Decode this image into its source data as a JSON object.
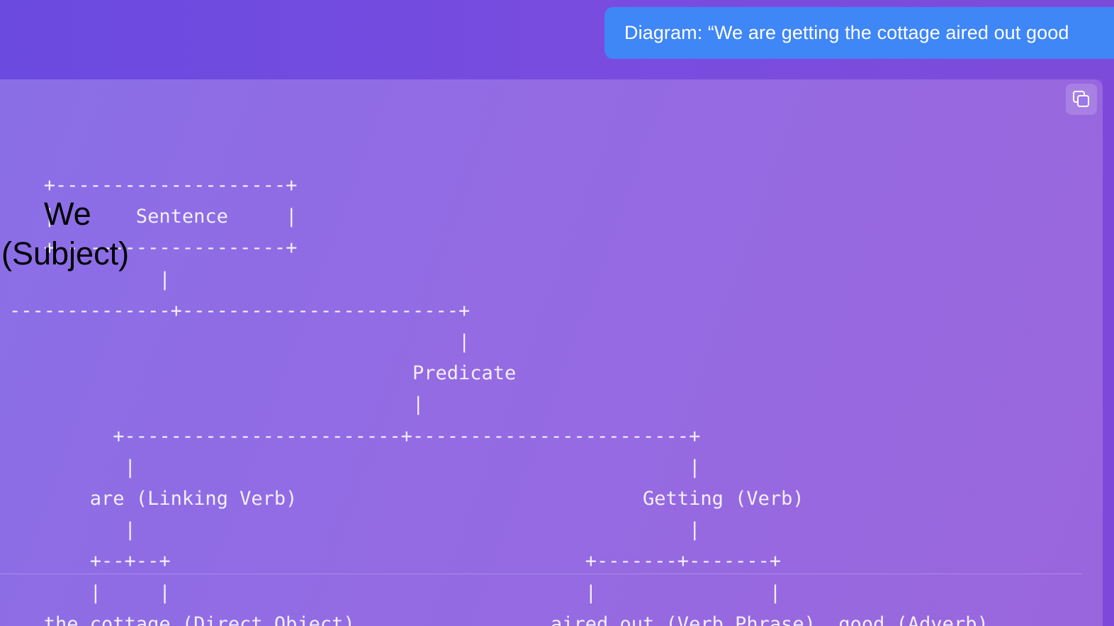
{
  "chat_bubble": {
    "text": "Diagram: “We are getting the cottage aired out good"
  },
  "code_block": {
    "copy_icon": "copy-icon",
    "lines": [
      "   +--------------------+",
      "   |       Sentence     |",
      "   +--------------------+",
      "             |",
      "--------------+------------------------+",
      "                                       |",
      "                                   Predicate",
      "                                   |",
      "         +------------------------+------------------------+",
      "          |                                                |",
      "       are (Linking Verb)                              Getting (Verb)",
      "          |                                                |",
      "       +--+--+                                    +-------+-------+",
      "       |     |                                    |               |",
      "   the cottage (Direct Object)                 aired out (Verb Phrase)  good (Adverb)"
    ]
  },
  "overlay": {
    "we": "We",
    "subject": "(Subject)"
  },
  "colors": {
    "bubble": "#3f86f7",
    "panel": "#946be3",
    "background": "#7a4cdf"
  }
}
